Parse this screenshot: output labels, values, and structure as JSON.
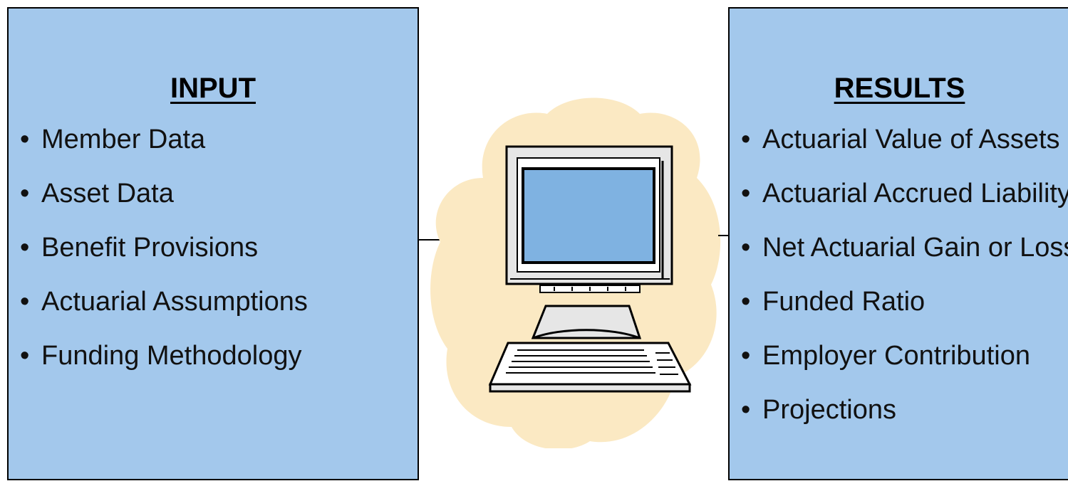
{
  "input_panel": {
    "title": "INPUT",
    "items": [
      "Member Data",
      "Asset Data",
      "Benefit Provisions",
      "Actuarial Assumptions",
      "Funding Methodology"
    ]
  },
  "results_panel": {
    "title": "RESULTS",
    "items": [
      "Actuarial Value of Assets",
      "Actuarial Accrued Liability",
      "Net Actuarial Gain or Loss",
      "Funded Ratio",
      "Employer Contribution",
      "Projections"
    ]
  },
  "bullet": "•",
  "icons": {
    "center": "computer-icon",
    "left_arrow": "arrow-right-icon",
    "right_arrow": "arrow-right-icon"
  },
  "colors": {
    "panel_fill": "#a3c8ec",
    "cloud_fill": "#fbe9c3",
    "screen_fill": "#7fb2e1",
    "border": "#000000"
  }
}
